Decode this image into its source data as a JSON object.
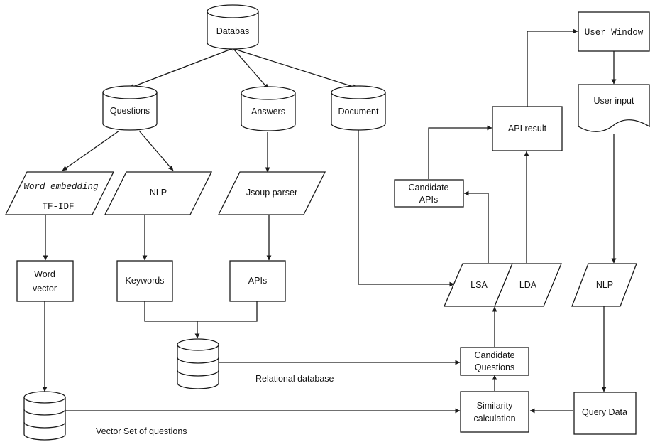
{
  "nodes": {
    "database": "Databas",
    "questions": "Questions",
    "answers": "Answers",
    "document": "Document",
    "word_embedding": "Word embedding",
    "tf_idf": "TF-IDF",
    "nlp_left": "NLP",
    "jsoup_parser": "Jsoup parser",
    "word_vector_1": "Word",
    "word_vector_2": "vector",
    "keywords": "Keywords",
    "apis": "APIs",
    "relational_database": "Relational database",
    "vector_set": "Vector Set of questions",
    "candidate_apis_1": "Candidate",
    "candidate_apis_2": "APIs",
    "api_result": "API result",
    "user_window": "User Window",
    "user_input": "User input",
    "lsa": "LSA",
    "lda": "LDA",
    "nlp_right": "NLP",
    "candidate_questions_1": "Candidate",
    "candidate_questions_2": "Questions",
    "similarity_1": "Similarity",
    "similarity_2": "calculation",
    "query_data": "Query Data"
  }
}
